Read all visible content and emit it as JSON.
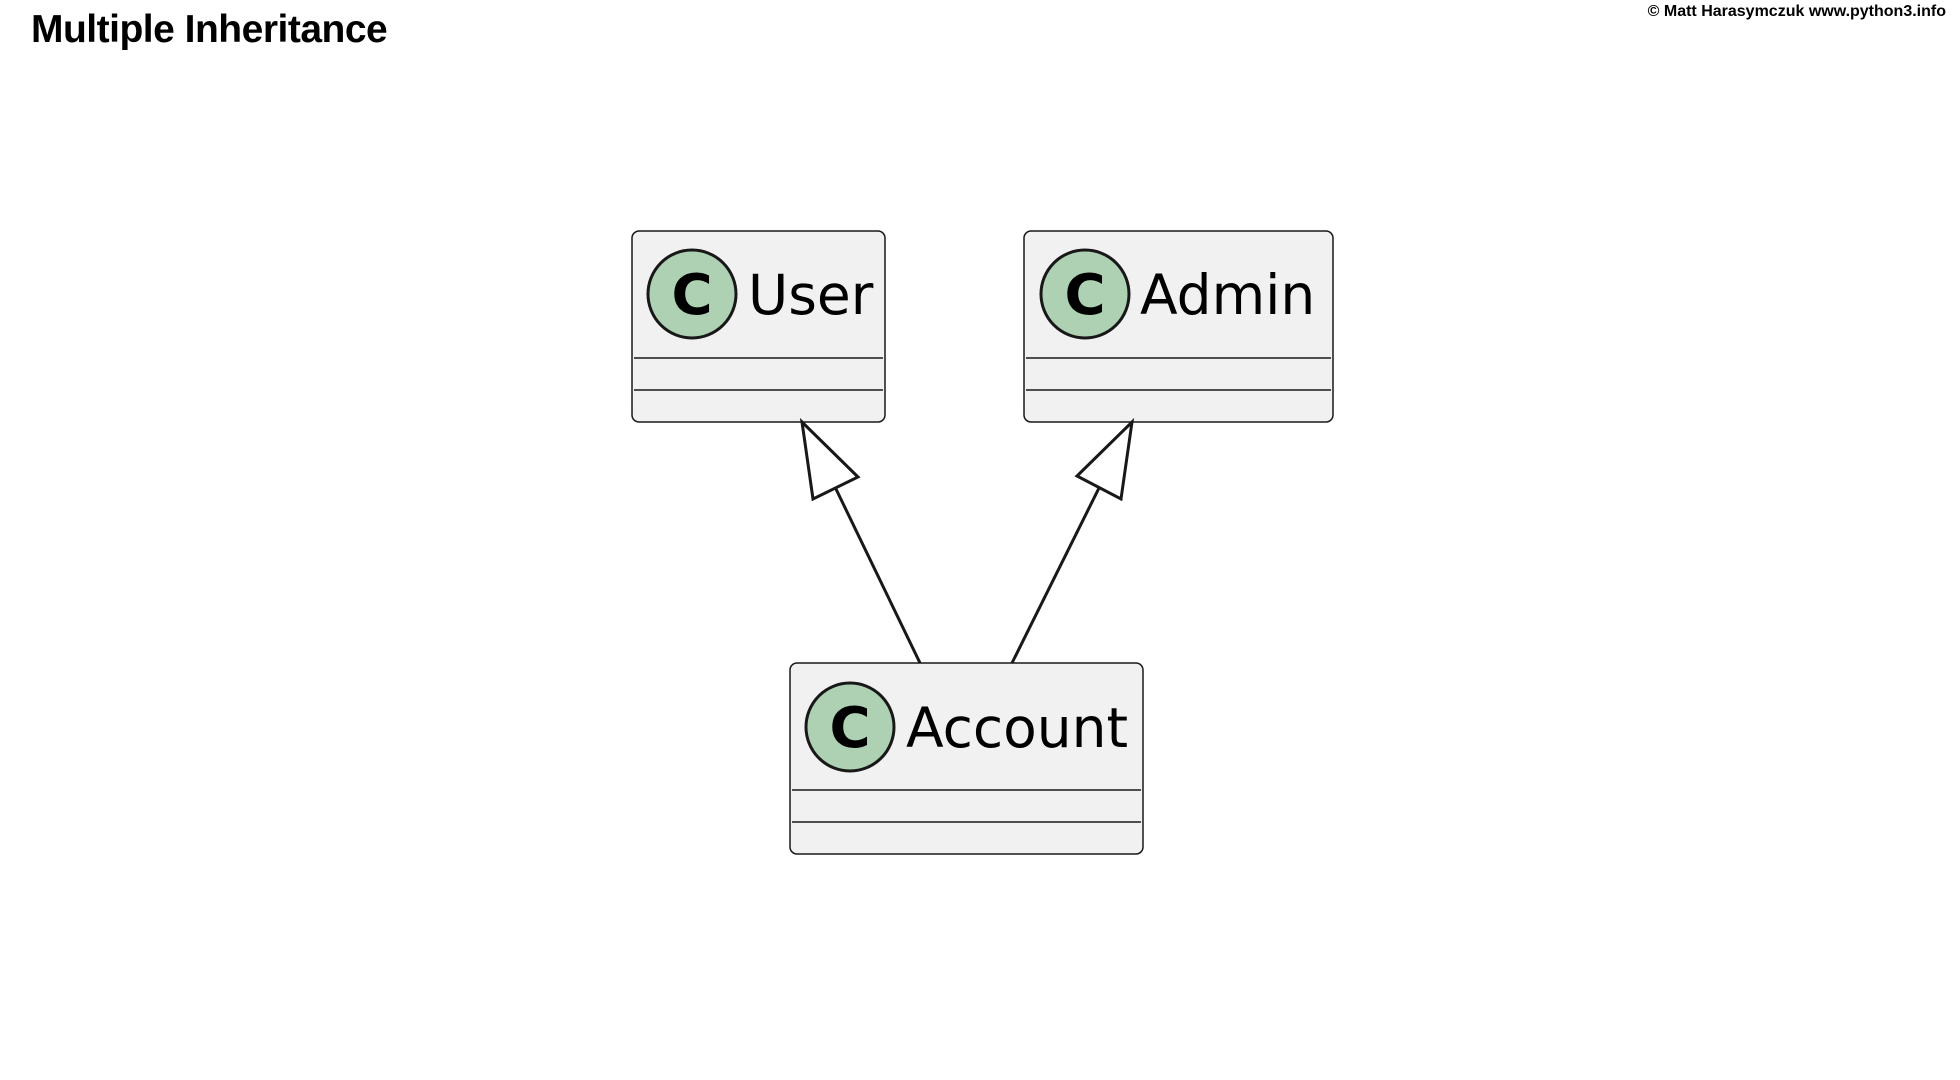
{
  "header": {
    "title": "Multiple Inheritance",
    "copyright": "© Matt Harasymczuk www.python3.info"
  },
  "diagram": {
    "type": "uml-class",
    "colors": {
      "class_fill": "#f1f1f1",
      "class_border": "#181818",
      "stereotype_circle": "#add1b2",
      "arrow": "#181818"
    },
    "classes": [
      {
        "id": "user",
        "name": "User",
        "stereotype_glyph": "C"
      },
      {
        "id": "admin",
        "name": "Admin",
        "stereotype_glyph": "C"
      },
      {
        "id": "account",
        "name": "Account",
        "stereotype_glyph": "C"
      }
    ],
    "relations": [
      {
        "from": "Account",
        "to": "User",
        "type": "inheritance"
      },
      {
        "from": "Account",
        "to": "Admin",
        "type": "inheritance"
      }
    ]
  }
}
